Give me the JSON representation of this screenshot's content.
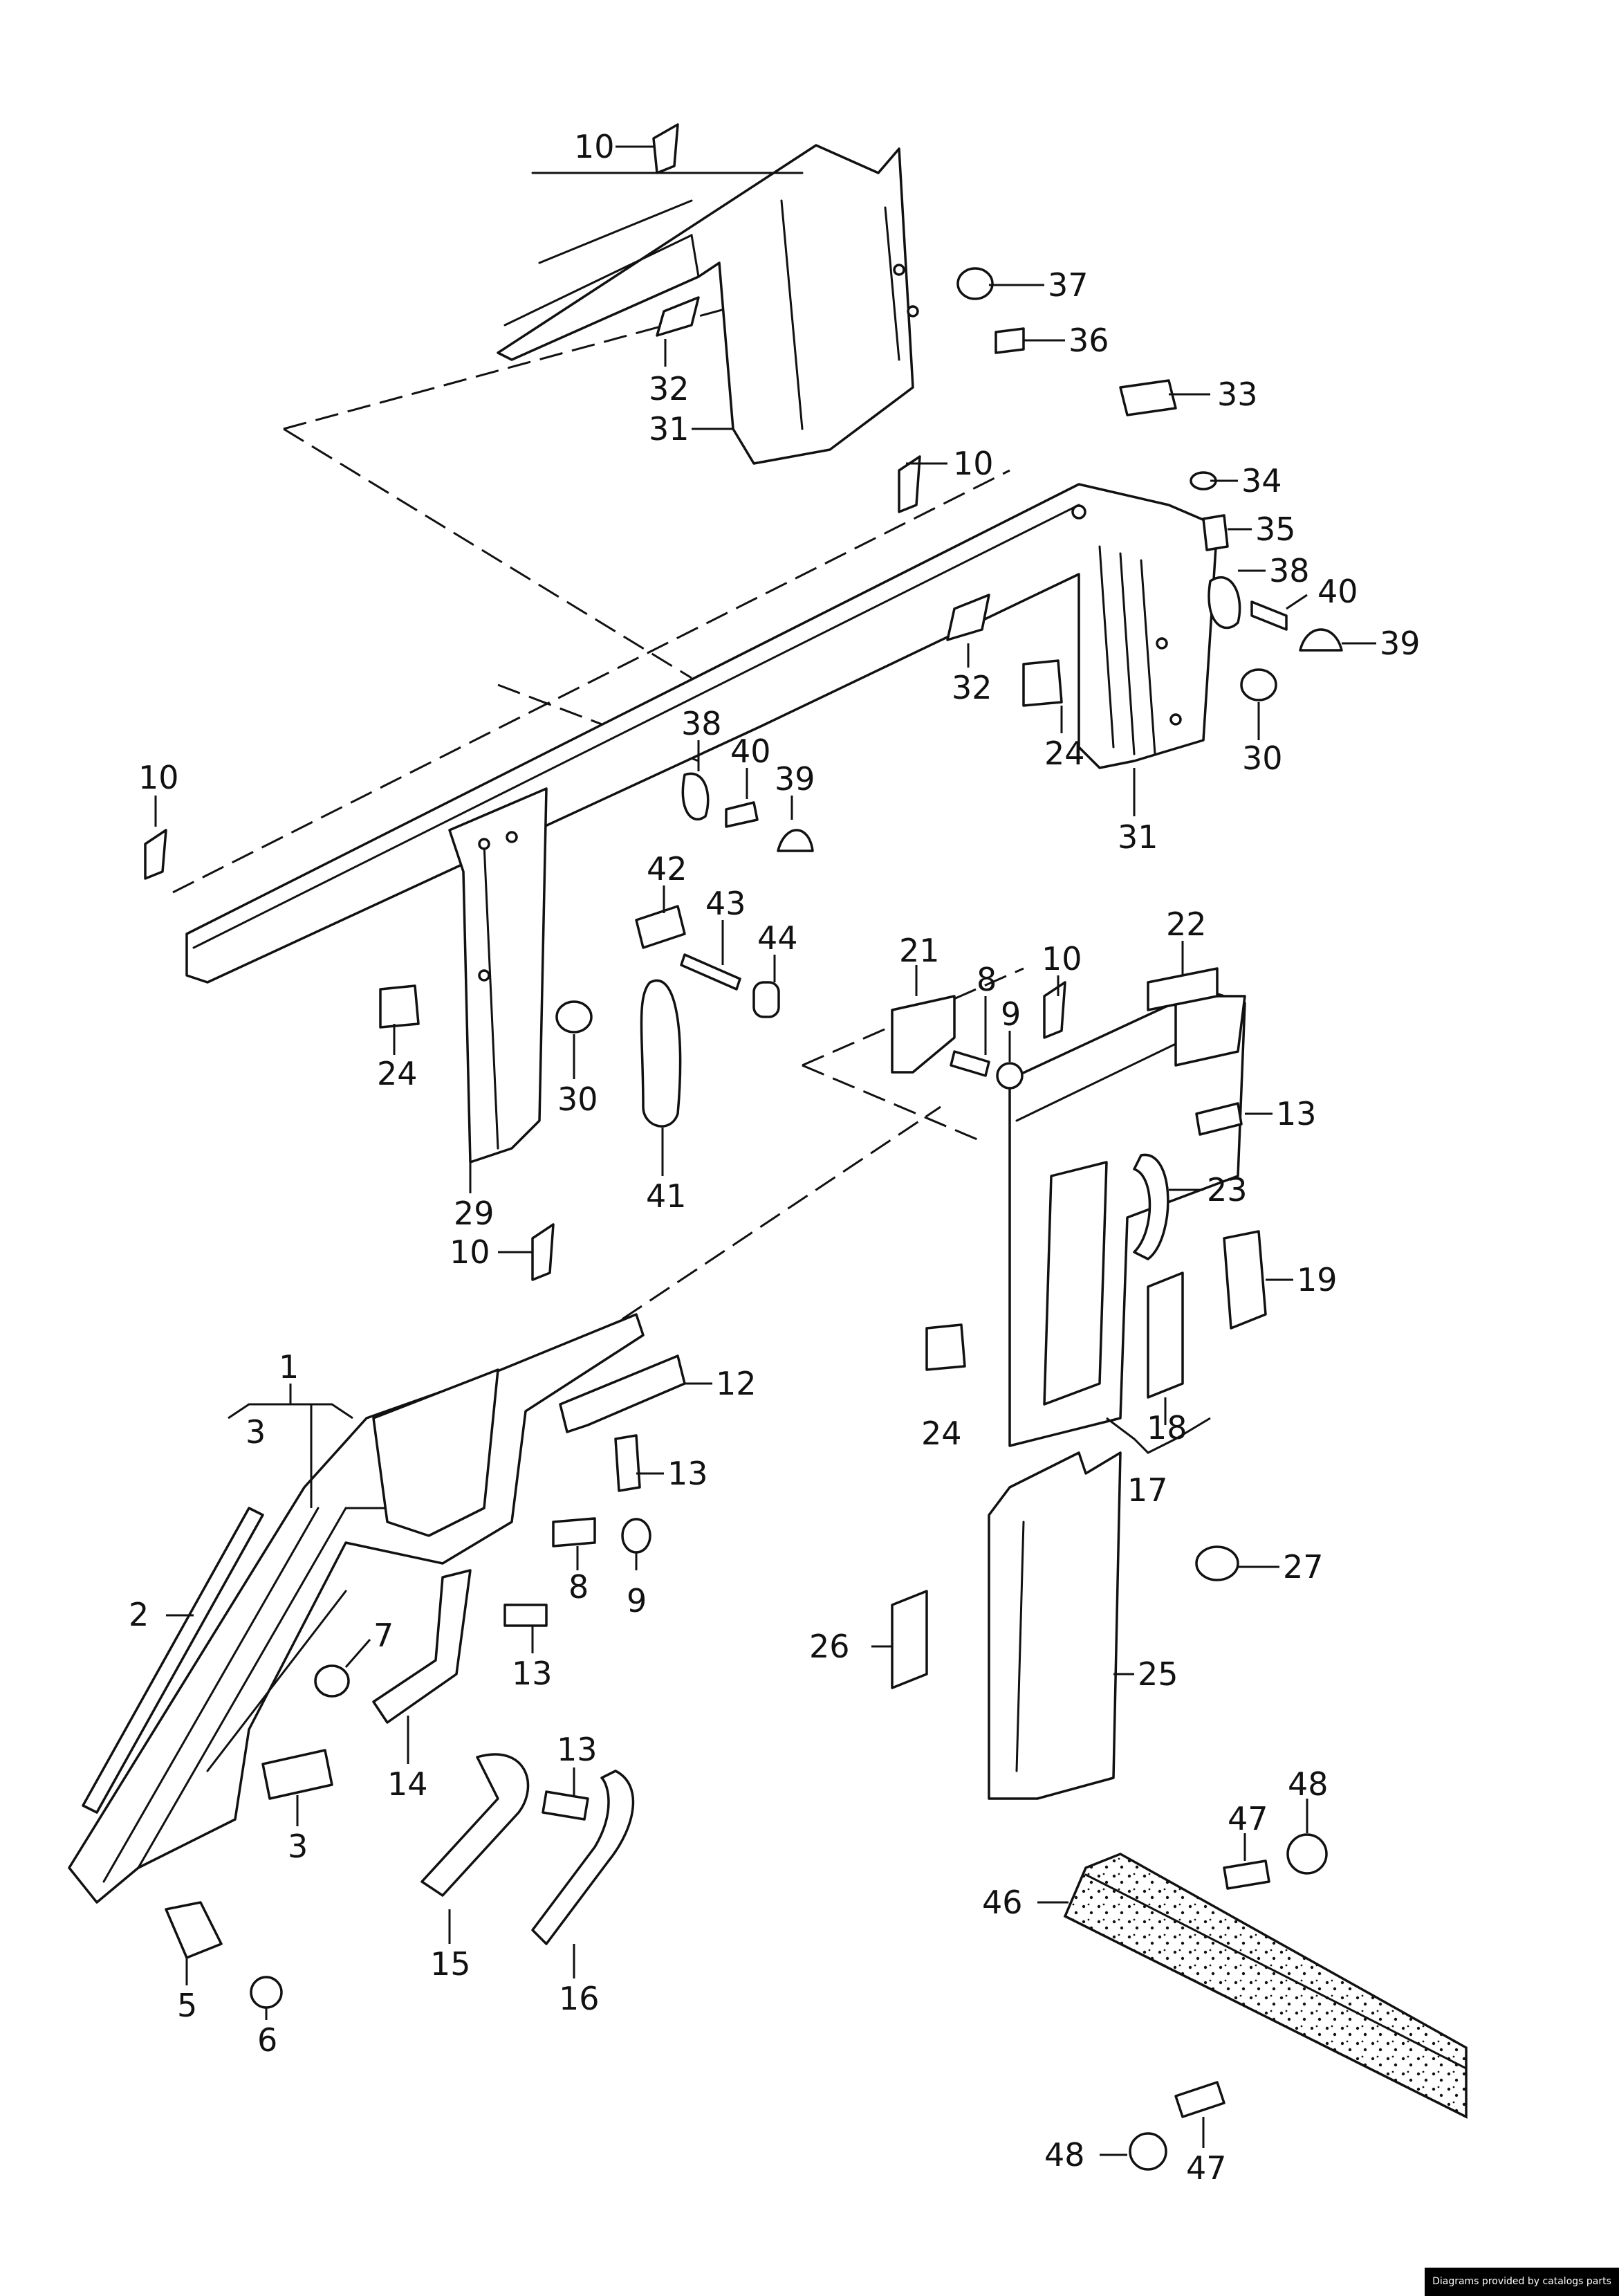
{
  "callouts": {
    "c10a": "10",
    "c37": "37",
    "c36": "36",
    "c32a": "32",
    "c31a": "31",
    "c33": "33",
    "c10b": "10",
    "c34": "34",
    "c35": "35",
    "c38a": "38",
    "c40a": "40",
    "c39a": "39",
    "c32b": "32",
    "c30a": "30",
    "c24a": "24",
    "c31b": "31",
    "c10c": "10",
    "c38b": "38",
    "c40b": "40",
    "c39b": "39",
    "c42": "42",
    "c43": "43",
    "c44": "44",
    "c24b": "24",
    "c30b": "30",
    "c29": "29",
    "c41": "41",
    "c21": "21",
    "c8a": "8",
    "c9a": "9",
    "c10d": "10",
    "c22": "22",
    "c13a": "13",
    "c23": "23",
    "c19": "19",
    "c10e": "10",
    "c12": "12",
    "c1": "1",
    "c3a": "3",
    "c13b": "13",
    "c8b": "8",
    "c9b": "9",
    "c2": "2",
    "c7": "7",
    "c13c": "13",
    "c14": "14",
    "c3b": "3",
    "c13d": "13",
    "c15": "15",
    "c16": "16",
    "c5": "5",
    "c6": "6",
    "c24c": "24",
    "c18": "18",
    "c17": "17",
    "c27": "27",
    "c26": "26",
    "c25": "25",
    "c48a": "48",
    "c47a": "47",
    "c46": "46",
    "c48b": "48",
    "c47b": "47"
  },
  "footer": {
    "credit": "Diagrams provided by catalogs parts"
  }
}
